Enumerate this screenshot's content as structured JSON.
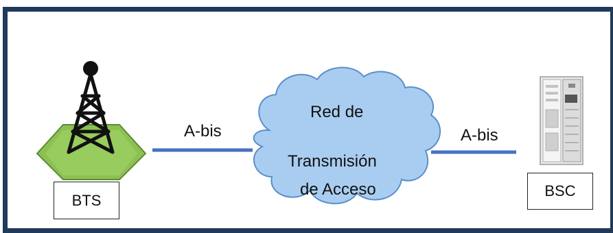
{
  "diagram": {
    "nodes": {
      "bts": "BTS",
      "bsc": "BSC"
    },
    "links": {
      "left": "A-bis",
      "right": "A-bis"
    },
    "cloud": {
      "line1": "Red de",
      "line2": "Transmisión",
      "line3": "de Acceso"
    },
    "colors": {
      "frame": "#1f3a5a",
      "link": "#4472c4",
      "cloud_fill": "#a9cdf0",
      "cloud_stroke": "#5b8fc9",
      "base_fill": "#8cc152",
      "tower": "#111111"
    },
    "icons": [
      "antenna-tower-icon",
      "server-rack-icon",
      "cloud-shape"
    ]
  }
}
